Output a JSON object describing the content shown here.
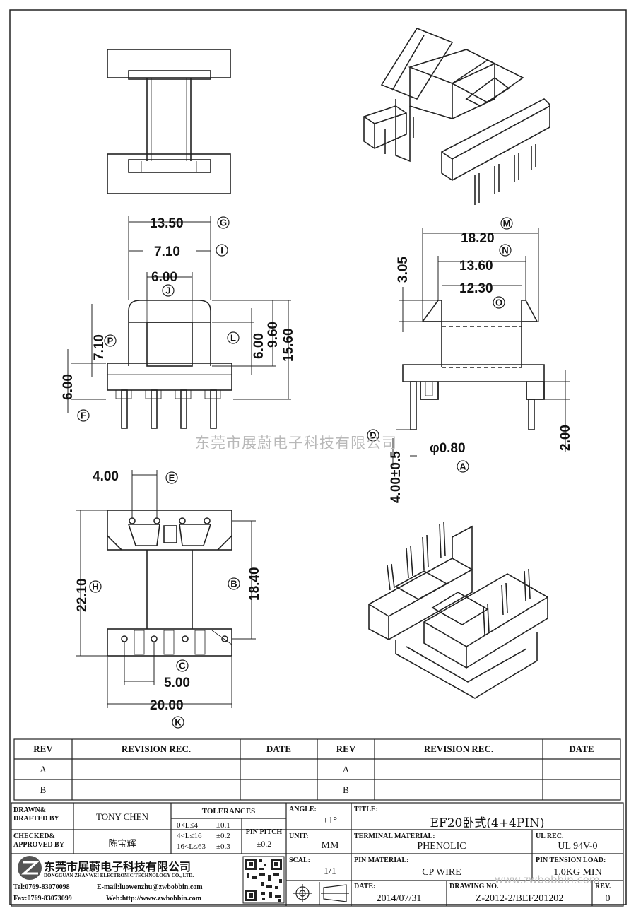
{
  "watermark": "东莞市展蔚电子科技有限公司",
  "watermark_url": "www.zwbobbin.com",
  "dimensions": {
    "g": "13.50",
    "i": "7.10",
    "j": "6.00",
    "p": "7.10",
    "f": "6.00",
    "l": "6.00",
    "v960": "9.60",
    "v1560": "15.60",
    "m": "18.20",
    "n": "13.60",
    "o": "12.30",
    "v305": "3.05",
    "a": "φ0.80",
    "v400": "4.00±0.5",
    "v200": "2.00",
    "e": "4.00",
    "h": "22.10",
    "b": "18.40",
    "c": "5.00",
    "k": "20.00"
  },
  "callouts": [
    "G",
    "I",
    "J",
    "P",
    "F",
    "L",
    "M",
    "N",
    "O",
    "A",
    "D",
    "E",
    "H",
    "B",
    "C",
    "K"
  ],
  "revision_table": {
    "headers": [
      "REV",
      "REVISION REC.",
      "DATE",
      "REV",
      "REVISION REC.",
      "DATE"
    ],
    "rows": [
      [
        "A",
        "",
        "",
        "A",
        "",
        ""
      ],
      [
        "B",
        "",
        "",
        "B",
        "",
        ""
      ]
    ]
  },
  "title_block": {
    "drawn_label": "DRAWN&\nDRAFTED BY",
    "drawn_value": "TONY CHEN",
    "checked_label": "CHECKED&\nAPPROVED BY",
    "checked_value": "陈宝辉",
    "tolerances_label": "TOLERANCES",
    "tol_rows": [
      [
        "0<L≤4",
        "±0.1"
      ],
      [
        "4<L≤16",
        "±0.2"
      ],
      [
        "16<L≤63",
        "±0.3"
      ]
    ],
    "pin_pitch_label": "PIN PITCH",
    "pin_pitch_value": "±0.2",
    "angle_label": "ANGLE:",
    "angle_value": "±1°",
    "unit_label": "UNIT:",
    "unit_value": "MM",
    "scale_label": "SCAL:",
    "scale_value": "1/1",
    "title_label": "TITLE:",
    "title_value": "EF20卧式(4+4PIN)",
    "terminal_label": "TERMINAL MATERIAL:",
    "terminal_value": "PHENOLIC",
    "ul_label": "UL REC.",
    "ul_value": "UL 94V-0",
    "pin_material_label": "PIN MATERIAL:",
    "pin_material_value": "CP WIRE",
    "tension_label": "PIN TENSION LOAD:",
    "tension_value": "1.0KG MIN",
    "date_label": "DATE:",
    "date_value": "2014/07/31",
    "drawing_label": "DRAWING NO.",
    "drawing_value": "Z-2012-2/BEF201202",
    "rev_label": "REV.",
    "rev_value": "0",
    "company_cn": "东莞市展蔚电子科技有限公司",
    "company_en": "DONGGUAN ZHANWEI ELECTRONIC TECHNOLOGY CO., LTD.",
    "tel": "Tel:0769-83070098",
    "email": "E-mail:luowenzhu@zwbobbin.com",
    "fax": "Fax:0769-83073099",
    "web": "Web:http://www.zwbobbin.com"
  }
}
